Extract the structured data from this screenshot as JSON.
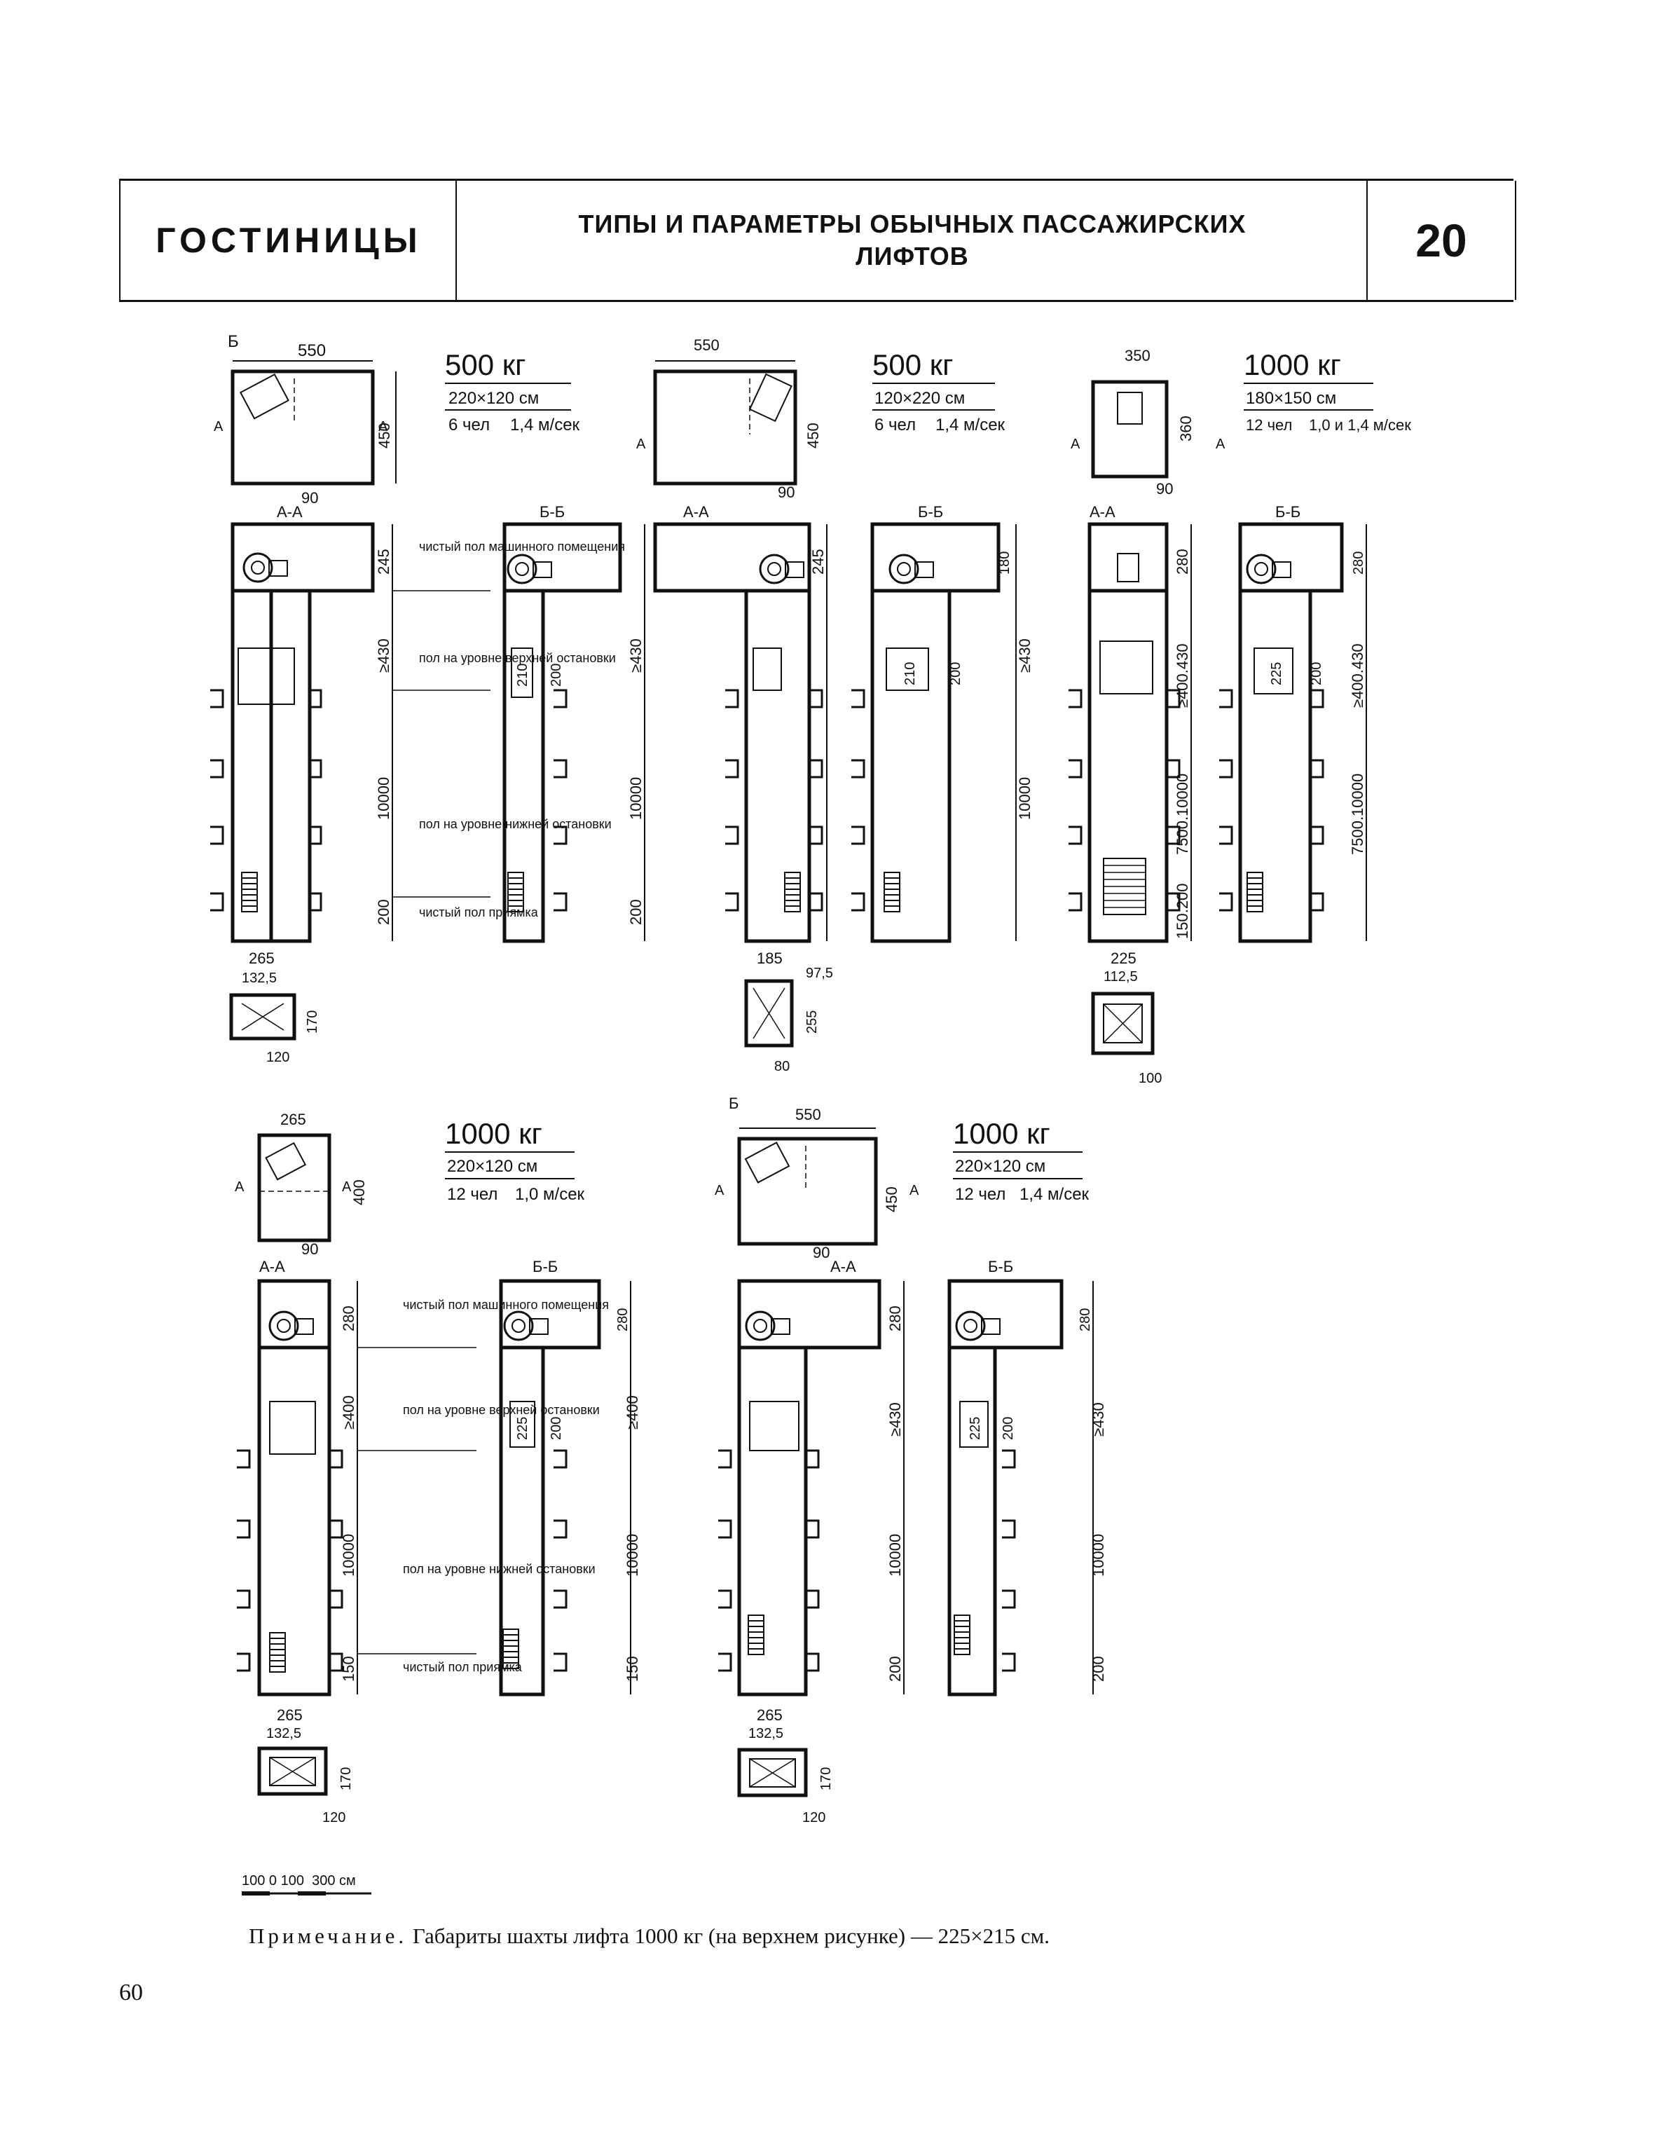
{
  "header": {
    "section": "ГОСТИНИЦЫ",
    "title_line1": "ТИПЫ И ПАРАМЕТРЫ ОБЫЧНЫХ ПАССАЖИРСКИХ",
    "title_line2": "ЛИФТОВ",
    "sheet_number": "20"
  },
  "lifts": [
    {
      "capacity": "500 кг",
      "cabin": "220×120 см",
      "persons": "6 чел",
      "speed": "1,4 м/сек"
    },
    {
      "capacity": "500 кг",
      "cabin": "120×220 см",
      "persons": "6 чел",
      "speed": "1,4 м/сек"
    },
    {
      "capacity": "1000 кг",
      "cabin": "180×150 см",
      "persons": "12 чел",
      "speed": "1,0 и 1,4 м/сек"
    },
    {
      "capacity": "1000 кг",
      "cabin": "220×120 см",
      "persons": "12 чел",
      "speed": "1,0 м/сек"
    },
    {
      "capacity": "1000 кг",
      "cabin": "220×120 см",
      "persons": "12 чел",
      "speed": "1,4 м/сек"
    }
  ],
  "level_labels": {
    "machine_room_floor": "чистый пол машинного помещения",
    "top_stop_floor": "пол на уровне верхней остановки",
    "bottom_stop_floor": "пол на уровне нижней остановки",
    "pit_floor": "чистый пол приямка"
  },
  "section_marks": {
    "a": "А",
    "b": "Б",
    "aa": "А-А",
    "bb": "Б-Б"
  },
  "dims": {
    "w550": "550",
    "w350": "350",
    "w265": "265",
    "w185": "185",
    "w225": "225",
    "h450": "450",
    "h360": "360",
    "h400": "400",
    "d90": "90",
    "d245": "245",
    "d280": "280",
    "d180": "180",
    "d430": "≥430",
    "d400": "≥400",
    "d400_430": "≥400.430",
    "d10000": "10000",
    "d7500": "7500.10000",
    "d200": "200",
    "d150": "150",
    "d150_200": "150.200",
    "d210": "210",
    "d200c": "200",
    "d225": "225",
    "d132": "132,5",
    "d170": "170",
    "d120": "120",
    "d975": "97,5",
    "d255": "255",
    "d80": "80",
    "d112": "112,5",
    "d100": "100"
  },
  "scale_bar": "100 0 100  300 см",
  "note": {
    "lead": "Примечание.",
    "text": " Габариты шахты лифта 1000 кг (на верхнем рисунке) — 225×215 см."
  },
  "page_number": "60"
}
